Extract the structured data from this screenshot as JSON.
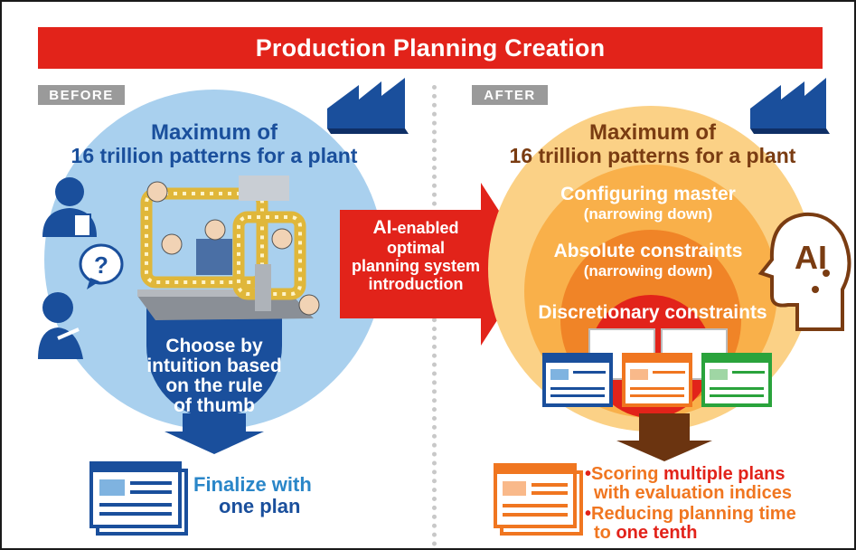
{
  "title": "Production Planning Creation",
  "before": {
    "tag": "BEFORE",
    "heading_line1": "Maximum of",
    "heading_line2": "16 trillion patterns for a plant",
    "choose_lines": [
      "Choose by",
      "intuition based",
      "on the rule",
      "of thumb"
    ],
    "finalize_lines": [
      "Finalize with",
      "one plan"
    ]
  },
  "middle": {
    "arrow_lead": "AI",
    "arrow_lines": [
      "-enabled",
      "optimal",
      "planning system",
      "introduction"
    ]
  },
  "after": {
    "tag": "AFTER",
    "heading_line1": "Maximum of",
    "heading_line2": "16 trillion patterns for a plant",
    "layer1": "Configuring master",
    "layer1_sub": "(narrowing down)",
    "layer2": "Absolute constraints",
    "layer2_sub": "(narrowing down)",
    "layer3": "Discretionary constraints",
    "ai_label": "AI",
    "bullet1_pre": "Scoring ",
    "bullet1_em": "multiple plans",
    "bullet1_line2": "with evaluation indices",
    "bullet2_line1": "Reducing planning time",
    "bullet2_pre": "to ",
    "bullet2_em": "one tenth"
  },
  "colors": {
    "red": "#e2231a",
    "blue_dark": "#1a4f9c",
    "blue_light": "#a9d0ee",
    "blue_text": "#2a86c8",
    "orange": "#ff7f1f",
    "brown": "#7a3c12"
  }
}
